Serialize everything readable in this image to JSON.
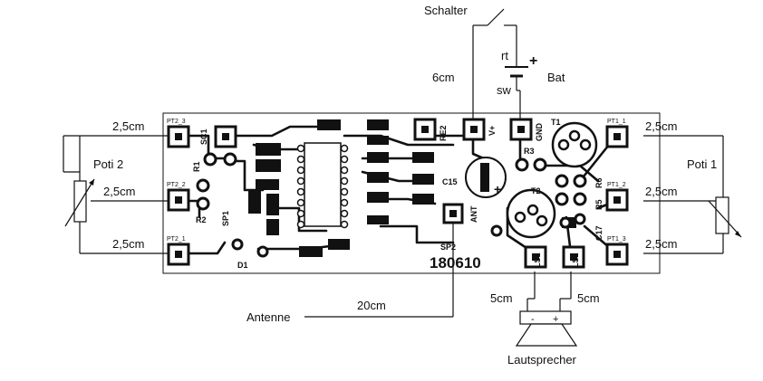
{
  "labels": {
    "schalter": "Schalter",
    "rt": "rt",
    "sw": "sw",
    "bat": "Bat",
    "plus": "+",
    "six_cm": "6cm",
    "len_left_top": "2,5cm",
    "len_left_mid": "2,5cm",
    "len_left_bot": "2,5cm",
    "len_right_top": "2,5cm",
    "len_right_mid": "2,5cm",
    "len_right_bot": "2,5cm",
    "poti2": "Poti 2",
    "poti1": "Poti 1",
    "antenne": "Antenne",
    "twenty_cm": "20cm",
    "five_cm_left": "5cm",
    "five_cm_right": "5cm",
    "lautsprecher": "Lautsprecher",
    "spk_minus": "-",
    "spk_plus": "+"
  },
  "board": {
    "number": "180610",
    "pt2_3": "PT2_3",
    "pt2_2": "PT2_2",
    "pt2_1": "PT2_1",
    "pt1_1": "PT1_1",
    "pt1_2": "PT1_2",
    "pt1_3": "PT1_3",
    "sc1": "SC1",
    "r1": "R1",
    "r2": "R2",
    "sp1": "SP1",
    "d1": "D1",
    "re2": "RE2",
    "vplus": "V+",
    "gnd": "GND",
    "t1": "T1",
    "t2": "T2",
    "r3": "R3",
    "r5": "R5",
    "r6": "R6",
    "c15": "C15",
    "c17": "C17",
    "ant": "ANT",
    "sp2": "SP2",
    "ls1": "LS1",
    "ls2": "LS2",
    "c_plus": "+"
  }
}
